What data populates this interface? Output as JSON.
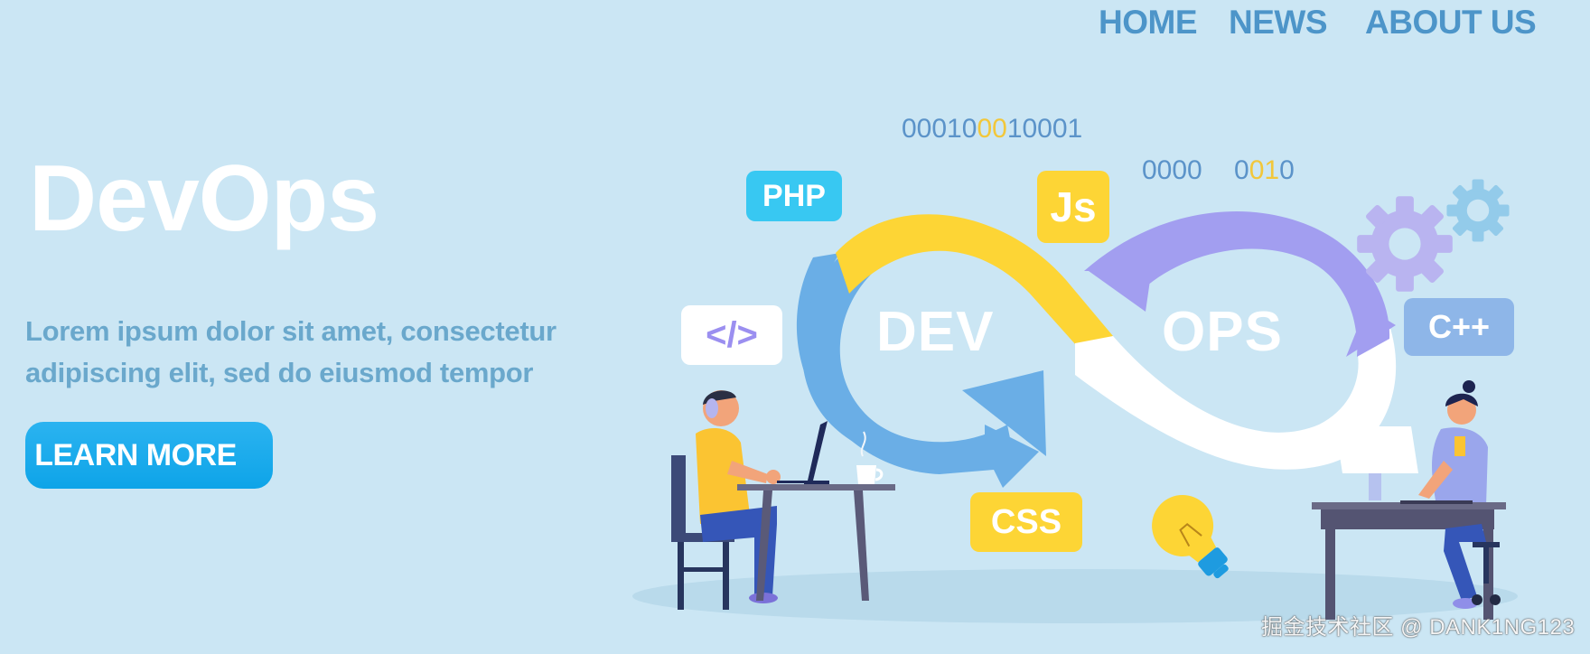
{
  "nav": {
    "items": [
      {
        "label": "HOME"
      },
      {
        "label": "NEWS"
      },
      {
        "label": "ABOUT US"
      }
    ],
    "color": "#4d95c9"
  },
  "hero": {
    "title": "DevOps",
    "subtitle_line1": "Lorem ipsum dolor sit amet, consectetur",
    "subtitle_line2": "adipiscing elit, sed do eiusmod tempor",
    "cta_label": "LEARN MORE",
    "cta_color": "#1aabec"
  },
  "illustration": {
    "binary_top": {
      "pre": "00010",
      "highlight": "00",
      "post": "10001"
    },
    "binary_right_a": "0000",
    "binary_right_b": {
      "pre": "0",
      "highlight": "01",
      "post": "0"
    },
    "badges": {
      "php": "PHP",
      "js": "Js",
      "code": "</>",
      "cpp": "C++",
      "css": "CSS"
    },
    "loop_left_label": "DEV",
    "loop_right_label": "OPS",
    "colors": {
      "background": "#cbe6f4",
      "yellow": "#fdd535",
      "blue": "#6aaee6",
      "purple": "#a29ef0",
      "white": "#ffffff",
      "php_badge": "#38c8f2",
      "cpp_badge": "#8eb6e8"
    },
    "icons": [
      "gear-icon-purple",
      "gear-icon-blue",
      "lightbulb-icon",
      "developer-man",
      "developer-woman"
    ]
  },
  "watermark": "掘金技术社区 @ DANK1NG123"
}
